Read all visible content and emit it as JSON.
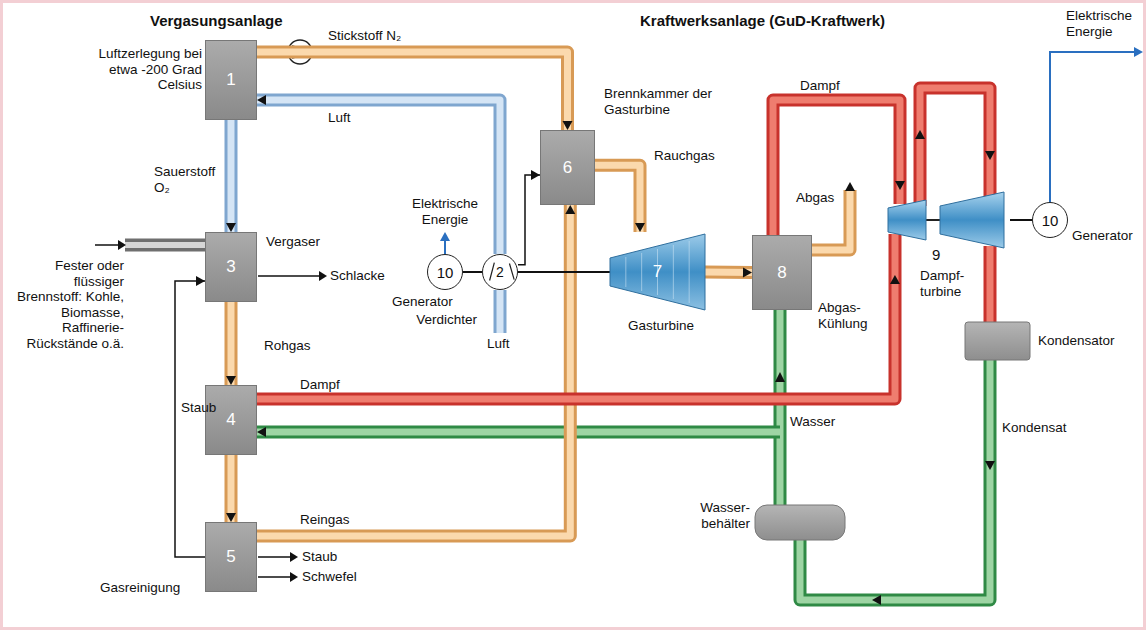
{
  "diagram": {
    "nodes": [
      {
        "text": [
          "1"
        ]
      },
      {
        "text": [
          "3"
        ]
      },
      {
        "text": [
          "4"
        ]
      },
      {
        "text": [
          "5"
        ]
      },
      {
        "text": [
          "6"
        ]
      },
      {
        "text": [
          "10"
        ]
      },
      {
        "text": [
          "2"
        ]
      },
      {
        "text": [
          "7"
        ]
      },
      {
        "text": [
          "8"
        ]
      },
      {
        "text": [
          "9"
        ]
      },
      {
        "text": [
          "10"
        ]
      }
    ],
    "edges": [
      {
        "from": 0,
        "to": 4,
        "arrow": "to",
        "label": "Stickstoff N₂"
      },
      {
        "from": 6,
        "to": 0,
        "arrow": "to",
        "label": "Luft"
      },
      {
        "from": 0,
        "to": 1,
        "arrow": "to",
        "label": "Sauerstoff O₂"
      },
      {
        "from": 1,
        "to": 2,
        "arrow": "to",
        "label": "Rohgas"
      },
      {
        "from": 2,
        "to": 3,
        "arrow": "to"
      },
      {
        "from": 3,
        "to": 4,
        "arrow": "to",
        "label": "Reingas"
      },
      {
        "from": 3,
        "to": 1,
        "arrow": "to",
        "label": "Staub"
      },
      {
        "from": 6,
        "to": 4,
        "arrow": "to"
      },
      {
        "from": 4,
        "to": 7,
        "arrow": "to",
        "label": "Rauchgas"
      },
      {
        "from": 7,
        "to": 8,
        "arrow": "to"
      },
      {
        "from": 8,
        "to": 9,
        "arrow": "to",
        "label": "Dampf"
      },
      {
        "from": 2,
        "to": 9,
        "arrow": "to",
        "label": "Dampf"
      },
      {
        "from": 5,
        "to": 6,
        "arrow": "none"
      },
      {
        "from": 6,
        "to": 7,
        "arrow": "none"
      },
      {
        "from": 9,
        "to": 10,
        "arrow": "none"
      }
    ],
    "labels": [
      "Vergasungsanlage",
      "Kraftwerksanlage (GuD-Kraftwerk)",
      "Luftzerlegung bei etwa -200 Grad Celsius",
      "Brennkammer der Gasturbine",
      "Elektrische Energie",
      "Vergaser",
      "Schlacke",
      "Fester oder flüssiger Brennstoff: Kohle, Biomasse, Raffinerie- Rückstände o.ä.",
      "Generator",
      "Verdichter",
      "Luft",
      "Gasturbine",
      "Abgas",
      "Abgas- Kühlung",
      "Dampf- turbine",
      "Generator",
      "Elektrische Energie",
      "Kondensator",
      "Wasser",
      "Kondensat",
      "Wasser- behälter",
      "Staub",
      "Schwefel",
      "Gasreinigung"
    ]
  }
}
